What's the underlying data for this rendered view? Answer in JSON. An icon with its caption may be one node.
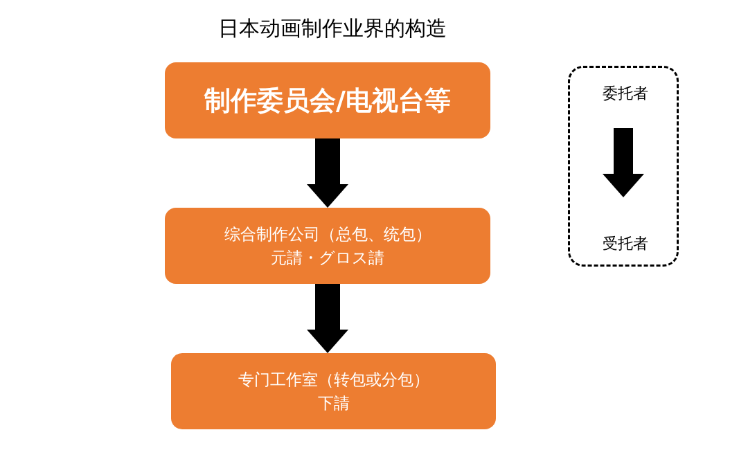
{
  "diagram": {
    "title": "日本动画制作业界的构造",
    "nodes": [
      {
        "text": [
          "制作委员会/电视台等"
        ]
      },
      {
        "text": [
          "综合制作公司（总包、统包）",
          "元請・グロス請"
        ]
      },
      {
        "text": [
          "专门工作室（转包或分包）",
          "下請"
        ]
      },
      {
        "text": [],
        "shape": "box"
      },
      {
        "text": [
          "委托者"
        ],
        "in": 3
      },
      {
        "text": [
          "受托者"
        ],
        "in": 3
      }
    ],
    "edges": [
      {
        "from": 0,
        "to": 1,
        "arrow": "to"
      },
      {
        "from": 1,
        "to": 2,
        "arrow": "to"
      },
      {
        "from": 4,
        "to": 5,
        "arrow": "to"
      }
    ]
  }
}
